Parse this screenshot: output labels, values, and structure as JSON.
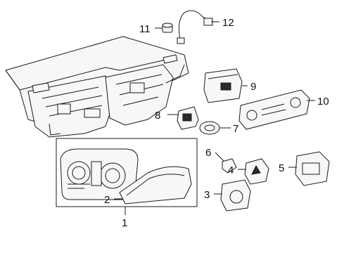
{
  "labels": {
    "c1": "1",
    "c2": "2",
    "c3": "3",
    "c4": "4",
    "c5": "5",
    "c6": "6",
    "c7": "7",
    "c8": "8",
    "c9": "9",
    "c10": "10",
    "c11": "11",
    "c12": "12"
  }
}
